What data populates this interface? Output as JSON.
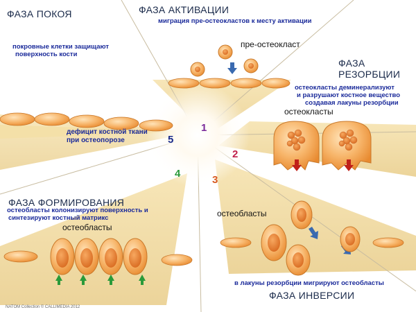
{
  "phases": {
    "rest": {
      "title": "ФАЗА ПОКОЯ",
      "desc_line1": "покровные клетки защищают",
      "desc_line2": "поверхность кости"
    },
    "activation": {
      "title": "ФАЗА АКТИВАЦИИ",
      "desc": "миграция пре-остеокластов к месту активации",
      "cell_label": "пре-остеокласт"
    },
    "resorption": {
      "title_line1": "ФАЗА",
      "title_line2": "РЕЗОРБЦИИ",
      "desc_line1": "остеокласты деминерализуют",
      "desc_line2": "и разрушают костное вещество",
      "desc_line3": "создавая лакуны резорбции",
      "cell_label": "остеокласты"
    },
    "inversion": {
      "title": "ФАЗА ИНВЕРСИИ",
      "desc": "в лакуны резорбции мигрируют остеобласты",
      "cell_label": "остеобласты"
    },
    "formation": {
      "title": "ФАЗА ФОРМИРОВАНИЯ",
      "desc_line1": "остеобласты колонизируют поверхность и",
      "desc_line2": "синтезируют костный матрикс",
      "cell_label": "остеобласты"
    },
    "osteoporosis": {
      "desc_line1": "дефицит костной ткани",
      "desc_line2": "при остеопорозе"
    }
  },
  "numbers": {
    "n1": {
      "text": "1",
      "color": "#7a2a9a"
    },
    "n2": {
      "text": "2",
      "color": "#c0204a"
    },
    "n3": {
      "text": "3",
      "color": "#d85a20"
    },
    "n4": {
      "text": "4",
      "color": "#2a9a3a"
    },
    "n5": {
      "text": "5",
      "color": "#1a2a8a"
    }
  },
  "copyright": "NATOM Collection © CALLIMEDIA 2012",
  "colors": {
    "bone": "#f2dfae",
    "cell": "#f0a050",
    "arrow_blue": "#3a6ab0",
    "arrow_red": "#c0201a",
    "arrow_green": "#2a9a3a"
  }
}
